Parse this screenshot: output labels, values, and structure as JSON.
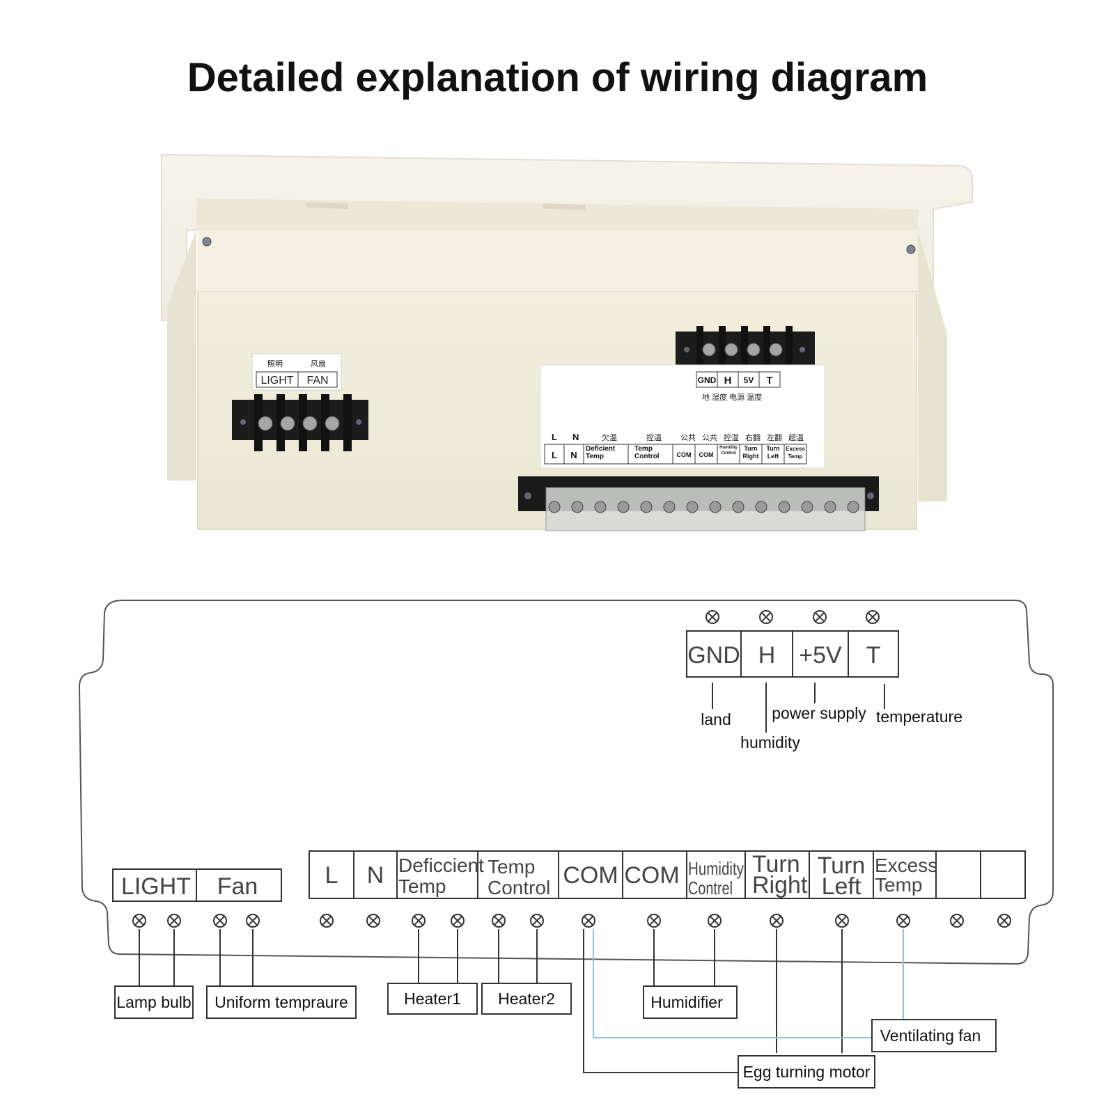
{
  "title": "Detailed explanation of wiring diagram",
  "photo": {
    "left_block": {
      "cn_top": [
        "照明",
        "风扇"
      ],
      "labels": [
        "LIGHT",
        "FAN"
      ]
    },
    "sensor_block": {
      "labels": [
        "GND",
        "H",
        "5V",
        "T"
      ],
      "cn": "地  湿度 电源 温度"
    },
    "main_label": {
      "letters": [
        "L",
        "N"
      ],
      "cn": [
        "欠温",
        "控温",
        "公共",
        "公共",
        "控湿",
        "右翻",
        "左翻",
        "超温"
      ],
      "cells": [
        "L",
        "N",
        "Deficient Temp",
        "Temp Control",
        "COM",
        "COM",
        "Humidity Control",
        "Turn Right",
        "Turn Left",
        "Excess Temp"
      ]
    }
  },
  "diagram": {
    "sensor_terminals": [
      "GND",
      "H",
      "+5V",
      "T"
    ],
    "sensor_annotations": {
      "gnd": "land",
      "h": "humidity",
      "v5": "power supply",
      "t": "temperature"
    },
    "light_fan_labels": [
      "LIGHT",
      "Fan"
    ],
    "main_terminal_labels": [
      [
        "L"
      ],
      [
        "N"
      ],
      [
        "Deficcient",
        "Temp"
      ],
      [
        "Temp",
        "Control"
      ],
      [
        "COM"
      ],
      [
        "COM"
      ],
      [
        "Humidity",
        "Contrel"
      ],
      [
        "Turn",
        "Right"
      ],
      [
        "Turn",
        "Left"
      ],
      [
        "Excess",
        "Temp"
      ],
      [
        ""
      ],
      [
        ""
      ]
    ],
    "devices": {
      "lamp": "Lamp bulb",
      "uniform": "Uniform tempraure",
      "heater1": "Heater1",
      "heater2": "Heater2",
      "humidifier": "Humidifier",
      "vent": "Ventilating fan",
      "egg": "Egg turning motor"
    },
    "colors": {
      "line": "#333333",
      "blue_wire": "#8ec3e0",
      "frame": "#555555"
    }
  }
}
